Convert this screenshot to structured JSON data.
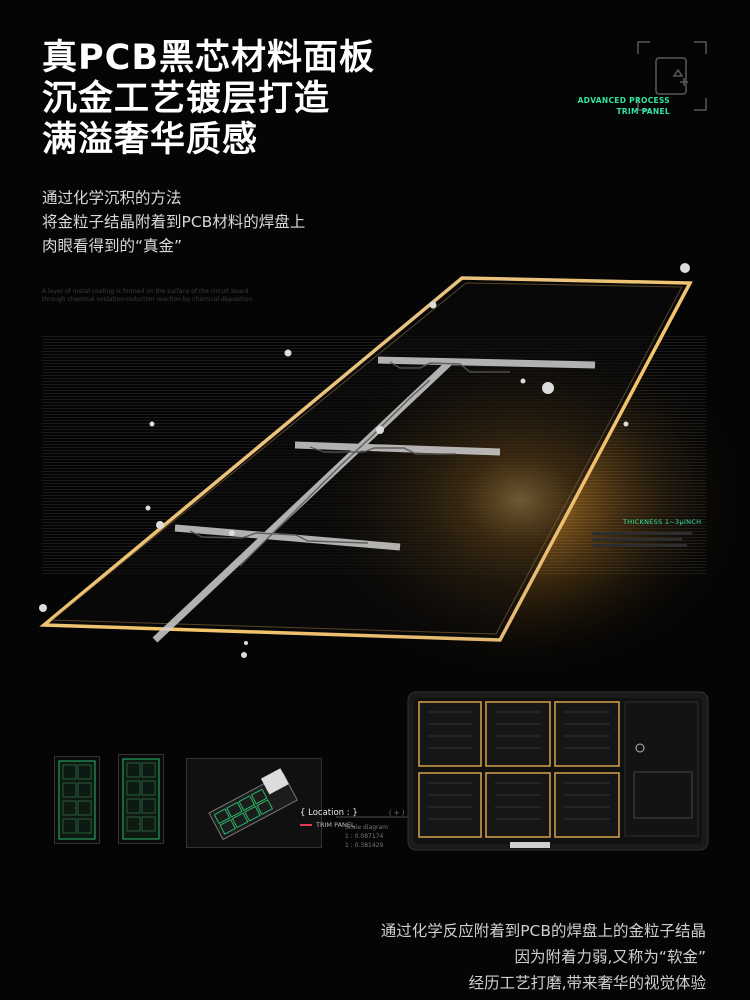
{
  "headline": {
    "line1": "真PCB黑芯材料面板",
    "line2": "沉金工艺镀层打造",
    "line3": "满溢奢华质感"
  },
  "badge": {
    "line1": "ADVANCED PROCESS",
    "line2": "TRIM PANEL",
    "icon": "scan-frame-icon"
  },
  "intro": {
    "line1": "通过化学沉积的方法",
    "line2": "将金粒子结晶附着到PCB材料的焊盘上",
    "line3": "肉眼看得到的“真金”"
  },
  "finetext": {
    "line1": "A layer of metal coating is formed on the surface of the circuit board",
    "line2": "through chemical oxidation-reduction reaction by chemical deposition"
  },
  "thickness": "THICKNESS 1~3μINCH",
  "location": {
    "title": "{ Location : }",
    "paren": "( + )",
    "sub": "TRIM PANEL"
  },
  "scale": {
    "title": "Scale diagram",
    "v1": "1 : 0.087174",
    "v2": "1 : 0.381429"
  },
  "bottom": {
    "line1": "通过化学反应附着到PCB的焊盘上的金粒子结晶",
    "line2": "因为附着力弱,又称为“软金”",
    "line3": "经历工艺打磨,带来奢华的视觉体验"
  },
  "colors": {
    "accent_green": "#35e3a0",
    "gold": "#f2b440",
    "background": "#050505"
  }
}
